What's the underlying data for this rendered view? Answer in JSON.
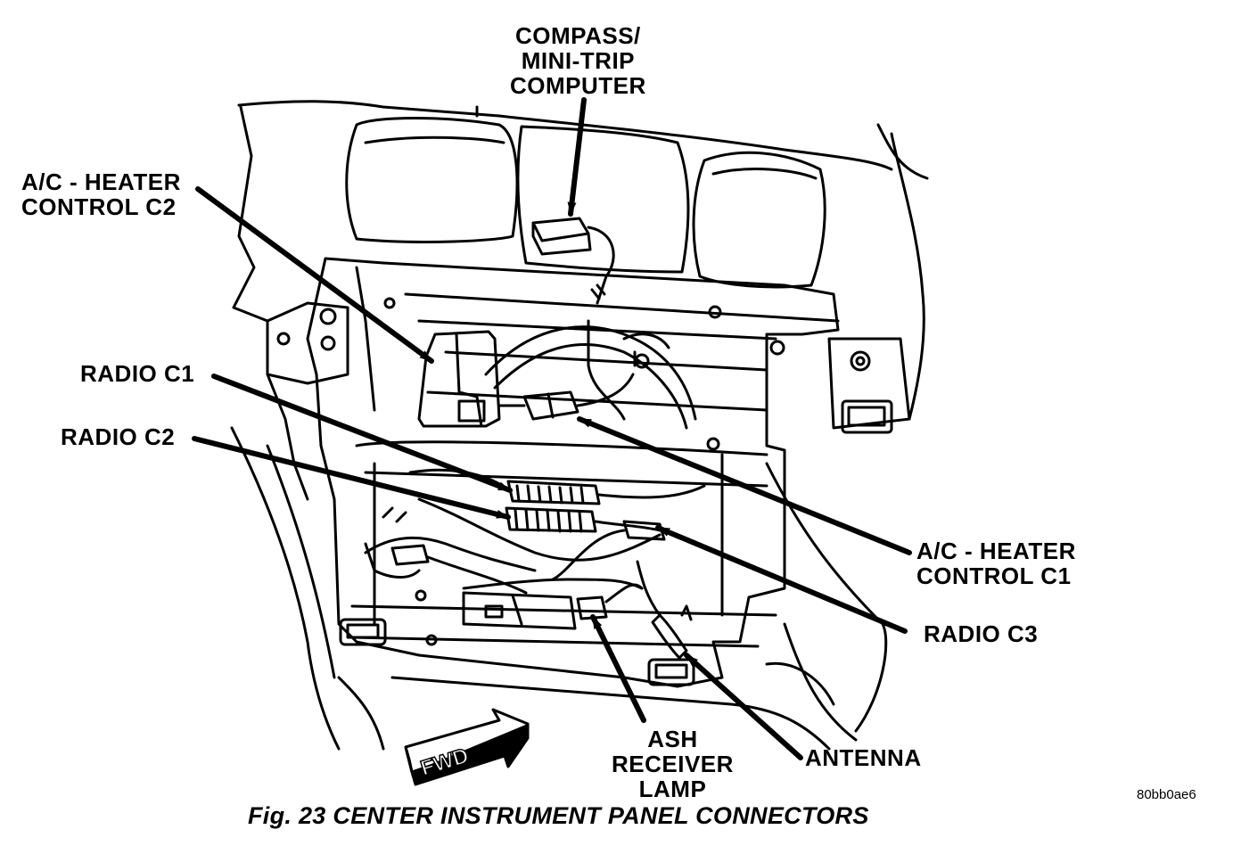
{
  "labels": {
    "compass": [
      "COMPASS/",
      "MINI-TRIP",
      "COMPUTER"
    ],
    "ac_heater_c2": [
      "A/C - HEATER",
      "CONTROL C2"
    ],
    "radio_c1": "RADIO C1",
    "radio_c2": "RADIO C2",
    "ac_heater_c1": [
      "A/C - HEATER",
      "CONTROL C1"
    ],
    "radio_c3": "RADIO C3",
    "antenna": "ANTENNA",
    "ash_lamp": [
      "ASH",
      "RECEIVER",
      "LAMP"
    ],
    "fwd": "FWD"
  },
  "caption": "Fig. 23 CENTER INSTRUMENT PANEL CONNECTORS",
  "reference_id": "80bb0ae6"
}
